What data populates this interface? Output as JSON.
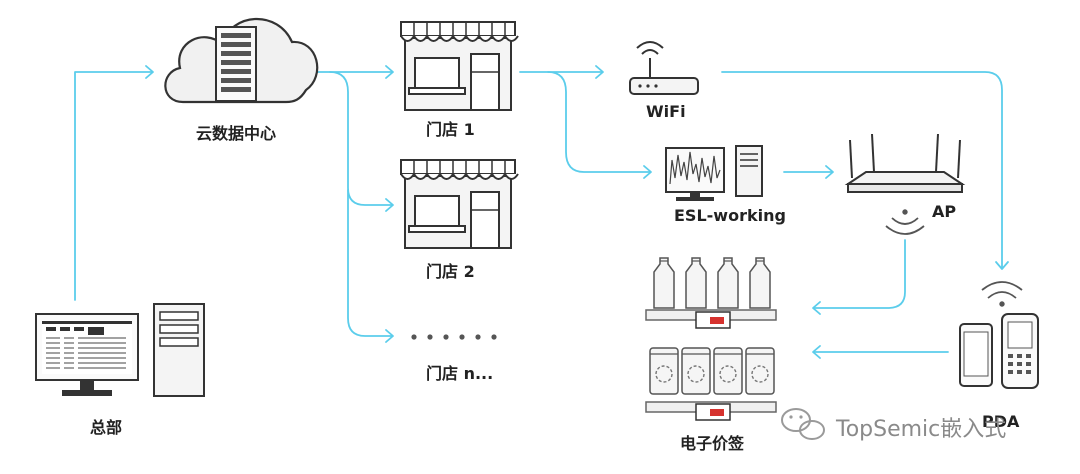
{
  "labels": {
    "cloud": "云数据中心",
    "store1": "门店 1",
    "store2": "门店 2",
    "storen": "门店 n...",
    "wifi": "WiFi",
    "esl": "ESL-working",
    "ap": "AP",
    "hq": "总部",
    "esl_tags": "电子价签",
    "pda": "PDA"
  },
  "watermark": "TopSemic嵌入式",
  "colors": {
    "connector": "#5bcdeb",
    "stroke": "#333333",
    "fill": "#f2f2f2",
    "tag_red": "#d6322e"
  }
}
